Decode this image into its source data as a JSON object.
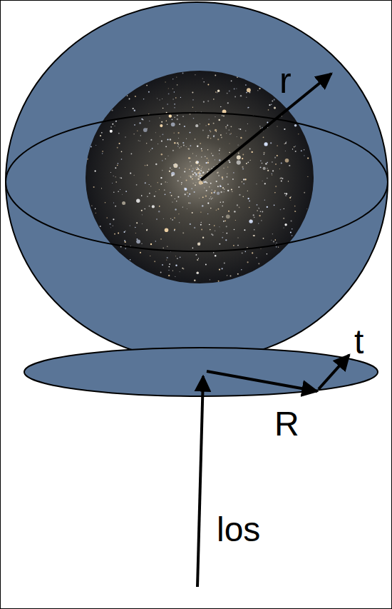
{
  "diagram": {
    "labels": [
      "r",
      "t",
      "R",
      "los"
    ]
  }
}
